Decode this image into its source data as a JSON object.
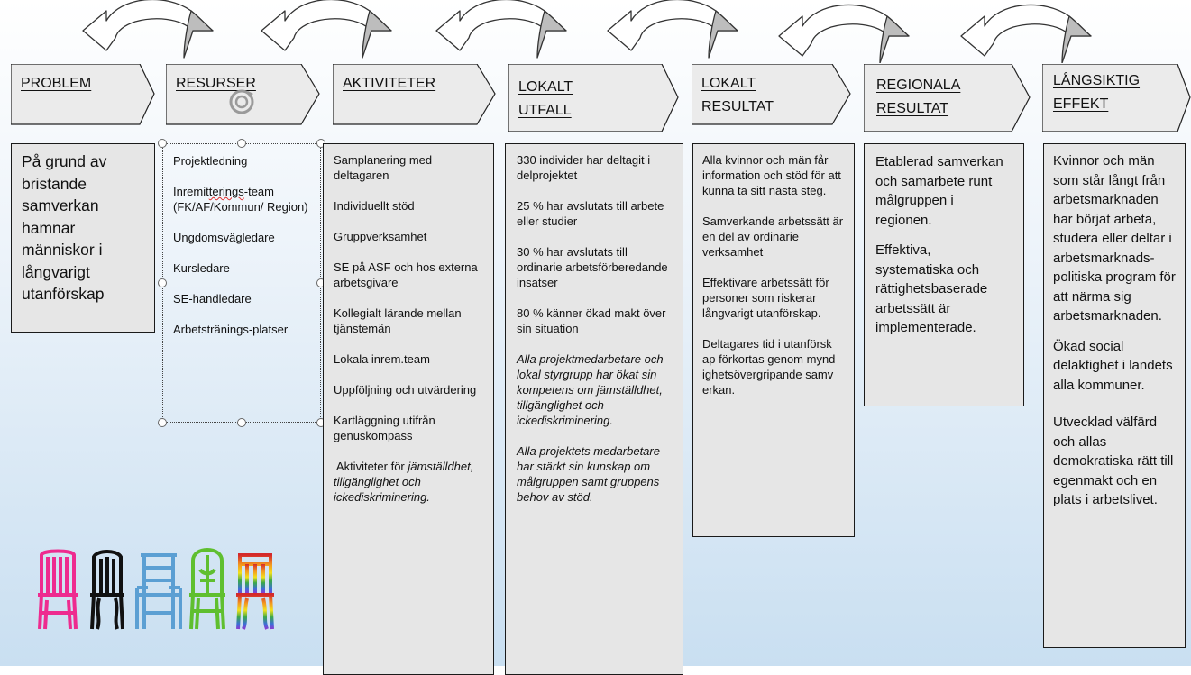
{
  "steps": [
    {
      "title": "PROBLEM"
    },
    {
      "title": "RESURSER"
    },
    {
      "title": "AKTIVITETER"
    },
    {
      "title": "LOKALT UTFALL"
    },
    {
      "title": "LOKALT RESULTAT"
    },
    {
      "title": "REGIONALA RESULTAT"
    },
    {
      "title": "LÅNGSIKTIG EFFEKT"
    }
  ],
  "problem": {
    "text": "På grund av bristande samverkan hamnar människor i långvarigt utanförskap"
  },
  "resurser": {
    "items": [
      "Projektledning",
      "Inremitterings-team (FK/AF/Kommun/ Region)",
      "Ungdomsvägledare",
      "Kursledare",
      "SE-handledare",
      "Arbetstränings-platser"
    ]
  },
  "aktiviteter": {
    "items": [
      "Samplanering med deltagaren",
      "Individuellt stöd",
      "Gruppverksamhet",
      "SE på ASF och hos externa arbetsgivare",
      "Kollegialt lärande mellan tjänstemän",
      "Lokala inrem.team",
      "Uppföljning och utvärdering",
      "Kartläggning utifrån genuskompass"
    ],
    "last_prefix": " Aktiviteter för ",
    "last_italic": "jämställdhet, tillgänglighet och ickediskriminering."
  },
  "lokalt_utfall": {
    "items": [
      "330 individer har deltagit i delprojektet",
      "25 % har avslutats till arbete eller studier",
      "30 % har avslutats till ordinarie arbetsförberedande insatser",
      "80 % känner ökad makt över sin situation"
    ],
    "italic_items": [
      "Alla projektmedarbetare och lokal styrgrupp har ökat sin kompetens om jämställdhet, tillgänglighet och ickediskriminering.",
      "Alla projektets medarbetare har stärkt sin kunskap om målgruppen samt gruppens behov av stöd."
    ]
  },
  "lokalt_resultat": {
    "items": [
      "Alla kvinnor och män får information och stöd för att kunna ta sitt nästa steg.",
      "Samverkande arbetssätt är en del av ordinarie verksamhet",
      "Effektivare arbetssätt för personer som riskerar långvarigt utanförskap.",
      "Deltagares tid i utanförskap förkortas genom myndighetsövergripande samverkan."
    ]
  },
  "regionala_resultat": {
    "items": [
      "Etablerad samverkan och samarbete runt målgruppen i regionen.",
      "Effektiva, systematiska och rättighetsbaserade arbetssätt är implementerade."
    ]
  },
  "langsiktig_effekt": {
    "items": [
      "Kvinnor och män som står långt från arbetsmarknaden har börjat arbeta, studera eller deltar i arbetsmarknads-politiska program för att närma sig arbetsmarknaden.",
      "Ökad social delaktighet i landets alla kommuner.",
      "Utvecklad välfärd och allas demokratiska rätt till egenmakt och en plats i arbetslivet."
    ]
  },
  "colors": {
    "box_fill": "#e6e6e6",
    "arrow_fill": "#ffffff",
    "arrow_shade": "#bdbdbd",
    "chair_colors": [
      "#ee2b8f",
      "#111111",
      "#5b9fd3",
      "#5fbf2f",
      "#d4292b"
    ]
  }
}
